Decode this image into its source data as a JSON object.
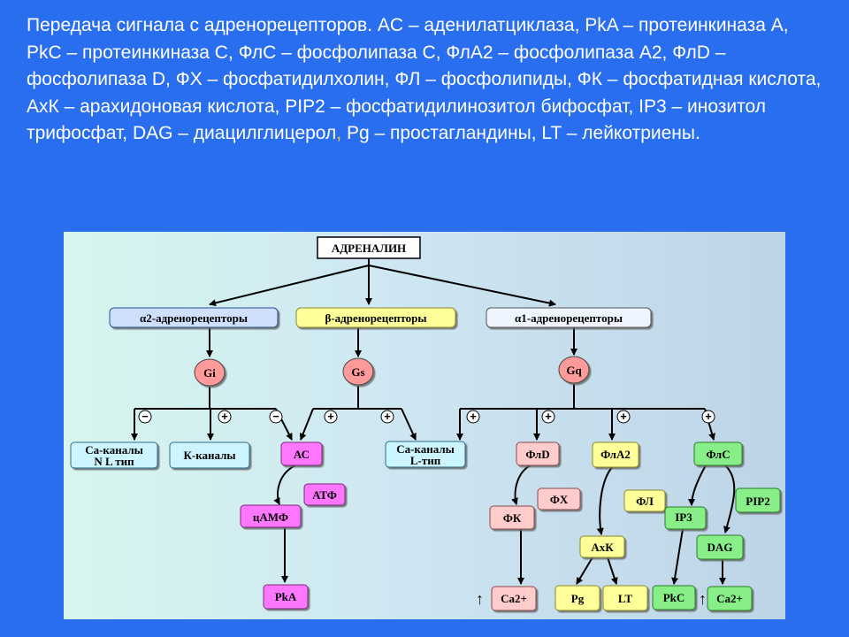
{
  "caption": {
    "part1": "Передача сигнала с адренорецепторов. AC – аденилатциклаза, PkA – протеинкиназа A, PkC – протеинкиназа C, ФлС – фосфолипаза С, ФлА2 – фосфолипаза А2, ФлD – фосфолипаза D, ФХ – фосфатидилхолин, ФЛ – фосфолипиды, ФК – фосфатидная кислота, АхК – арахидоновая кислота, PIP2 – фосфатидилинозитол бифосфат, IP3 – инозитол трифосфат, DAG – диацилглицерол",
    "comma": ",",
    "part2": " Pg – простагландины, LT – лейкотриены."
  },
  "diagram": {
    "root": "АДРЕНАЛИН",
    "receptors": {
      "alpha2": "α2-адренорецепторы",
      "beta": "β-адренорецепторы",
      "alpha1": "α1-адренорецепторы"
    },
    "gproteins": {
      "gi": "Gi",
      "gs": "Gs",
      "gq": "Gq"
    },
    "signs": {
      "minus": "−",
      "plus": "+"
    },
    "effectors": {
      "ca_n_l_line1": "Са-каналы",
      "ca_n_l_line2": "N  L тип",
      "k_channels": "К-каналы",
      "ac": "АС",
      "ca_l_line1": "Са-каналы",
      "ca_l_line2": "L-тип",
      "fld": "ФлD",
      "fla2": "ФлА2",
      "fls": "ФлС"
    },
    "nodes": {
      "atf": "АТФ",
      "camp": "цАМФ",
      "pka": "PkA",
      "fx": "ФХ",
      "fk": "ФК",
      "fl": "ФЛ",
      "axk": "АхК",
      "ip3": "IP3",
      "pip2": "PIP2",
      "dag": "DAG",
      "ca1": "Ca2+",
      "pg": "Pg",
      "lt": "LT",
      "pkc": "PkC",
      "ca2": "Ca2+"
    },
    "up_arrow": "↑",
    "colors": {
      "receptor_left": "#cfe0ff",
      "receptor_mid": "#ffff99",
      "receptor_right": "#eef5ff",
      "gprotein_fill": "#ff9a9a",
      "lightblue_box": "#ccf5ff",
      "magenta_box": "#ff77ff",
      "yellow_box": "#ffff99",
      "pink_box": "#ffcccc",
      "green_box": "#88ee88"
    }
  }
}
